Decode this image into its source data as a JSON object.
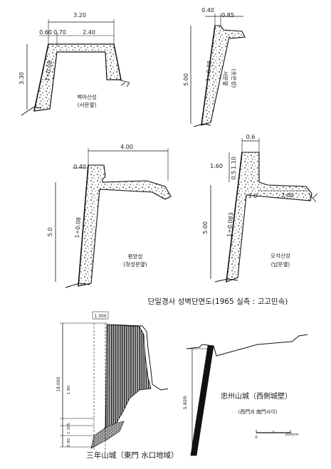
{
  "sections": [
    {
      "id": "baekma",
      "name": "백마산성",
      "sub": "(서문옆)",
      "dims": {
        "top_width": "3.20",
        "left_a": "0.60",
        "left_b": "0.70",
        "inner_width": "2.40",
        "height": "3.30",
        "slope": "1÷0.08"
      }
    },
    {
      "id": "seomun",
      "name": "서문옆",
      "sub": "(솟은성)",
      "dims": {
        "top_a": "0.40",
        "top_b": "0.85",
        "height": "5.00",
        "slope": "1÷0.08"
      }
    },
    {
      "id": "pyeongyang",
      "name": "평양성",
      "sub": "(청성문옆)",
      "dims": {
        "top_width": "4.00",
        "parapet": "0.40",
        "height": "5.0",
        "slope": "1÷0.08"
      }
    },
    {
      "id": "oseok",
      "name": "오석산성",
      "sub": "(남문옆)",
      "dims": {
        "top": "0.6",
        "parapet_h": "1.60",
        "step": "1.10",
        "step2": "0.5",
        "ledge": "1.0",
        "ledge_width": "2.60",
        "height": "5.00",
        "slope": "1÷0.083"
      }
    }
  ],
  "caption_main": "단일경사 성벽단면도(1965 실측 : 고고민속)",
  "samnyeon": {
    "label": "三年山城（東門 水口地域）",
    "dims": {
      "top": "1.300",
      "height": "16.000",
      "mark1": "1.80",
      "mark2": "1.305",
      "mark3": "0.90"
    }
  },
  "chungju": {
    "label": "忠州山城（西側城壁）",
    "sub": "(西門과 南門사이)",
    "dims": {
      "height": "5.820"
    },
    "scale": {
      "start": "0",
      "end": "200cm"
    }
  }
}
